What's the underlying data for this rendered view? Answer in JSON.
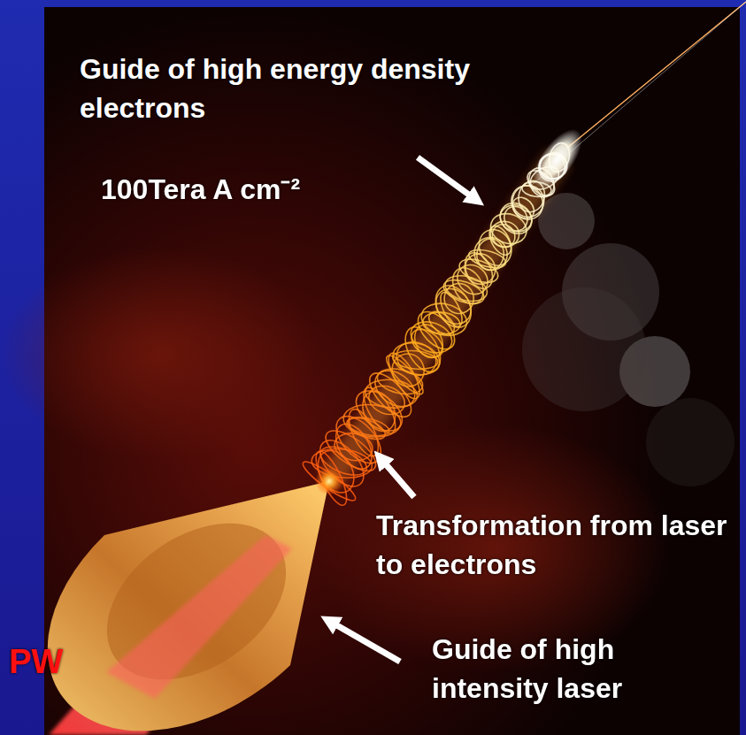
{
  "diagram": {
    "labels": [
      "Guide of high energy density electrons",
      "100Tera A cm⁻²",
      "Transformation from laser to electrons",
      "Guide of high intensity laser",
      "PW"
    ]
  }
}
